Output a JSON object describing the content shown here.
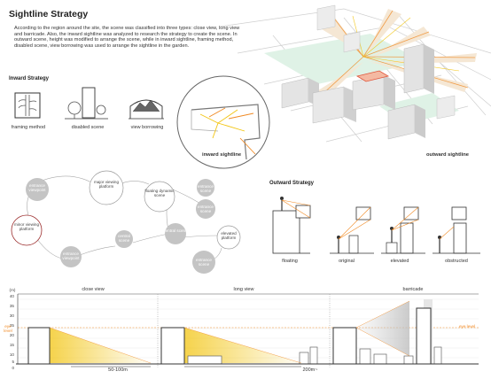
{
  "title": "Sightline Strategy",
  "intro": "According to the region around the site, the scene was classified into three types: close view, long view and barricade. Also, the inward sightline was analyzed to research the strategy to create the scene. In outward scene, height was modified to arrange the scene, while in inward sightline, framing method, disabled scene, view borrowing was used to arrange the sightline in the garden.",
  "inward_strategy": {
    "heading": "Inward Strategy",
    "items": [
      "framing method",
      "disabled scene",
      "view borrowing"
    ]
  },
  "inward_sightline_label": "inward sightline",
  "outward_sightline_label": "outward sightline",
  "network": {
    "nodes": [
      {
        "label": "entrance viewpoint",
        "filled": true
      },
      {
        "label": "major viewing platform",
        "filled": false
      },
      {
        "label": "floating dynamic scene",
        "filled": false
      },
      {
        "label": "entrance scene",
        "filled": true
      },
      {
        "label": "minor viewing platform",
        "filled": false
      },
      {
        "label": "entrance scene",
        "filled": true
      },
      {
        "label": "entrance viewpoint",
        "filled": true
      },
      {
        "label": "central scene",
        "filled": true
      },
      {
        "label": "central scene",
        "filled": true
      },
      {
        "label": "elevated platform",
        "filled": false
      },
      {
        "label": "entrance scene",
        "filled": true
      }
    ]
  },
  "outward_strategy": {
    "heading": "Outward Strategy",
    "items": [
      "floating",
      "original",
      "elevated",
      "obstructed"
    ]
  },
  "section": {
    "unit": "(m)",
    "y_ticks": [
      "40",
      "35",
      "30",
      "25",
      "20",
      "15",
      "10",
      "5",
      "0"
    ],
    "zones": [
      "close view",
      "long view",
      "barricade"
    ],
    "distances": [
      "50-100m",
      "200m~"
    ],
    "eye_level_label": "eye level",
    "side_label": "eye level"
  },
  "colors": {
    "accent": "#f08a24",
    "sight": "#f2c40f",
    "node": "#c4c4c4"
  }
}
